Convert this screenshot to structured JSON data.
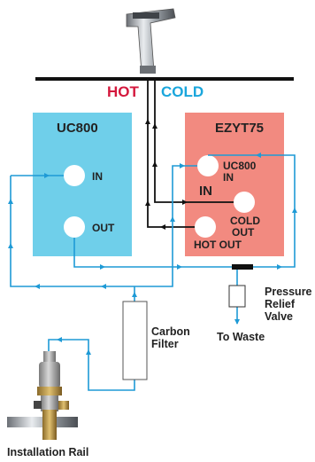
{
  "header": {
    "hot_label": "HOT",
    "cold_label": "COLD"
  },
  "units": {
    "uc800": {
      "title": "UC800",
      "in_label": "IN",
      "out_label": "OUT",
      "color": "#6fcfea"
    },
    "ezyt75": {
      "title": "EZYT75",
      "uc800_in_line1": "UC800",
      "uc800_in_line2": "IN",
      "in_label": "IN",
      "cold_out_line1": "COLD",
      "cold_out_line2": "OUT",
      "hot_out_label": "HOT OUT",
      "color": "#f28a80"
    }
  },
  "carbon_filter": {
    "line1": "Carbon",
    "line2": "Filter"
  },
  "relief_valve": {
    "line1": "Pressure",
    "line2": "Relief",
    "line3": "Valve"
  },
  "waste_label": "To Waste",
  "installation_label": "Installation Rail",
  "colors": {
    "water_line": "#1e9ad6",
    "hot_line": "#111111",
    "hot_text": "#d4183d",
    "cold_text": "#1aa6dc"
  },
  "icons": {
    "tap": "tap-faucet-icon",
    "rail": "installation-rail-valve-icon"
  }
}
